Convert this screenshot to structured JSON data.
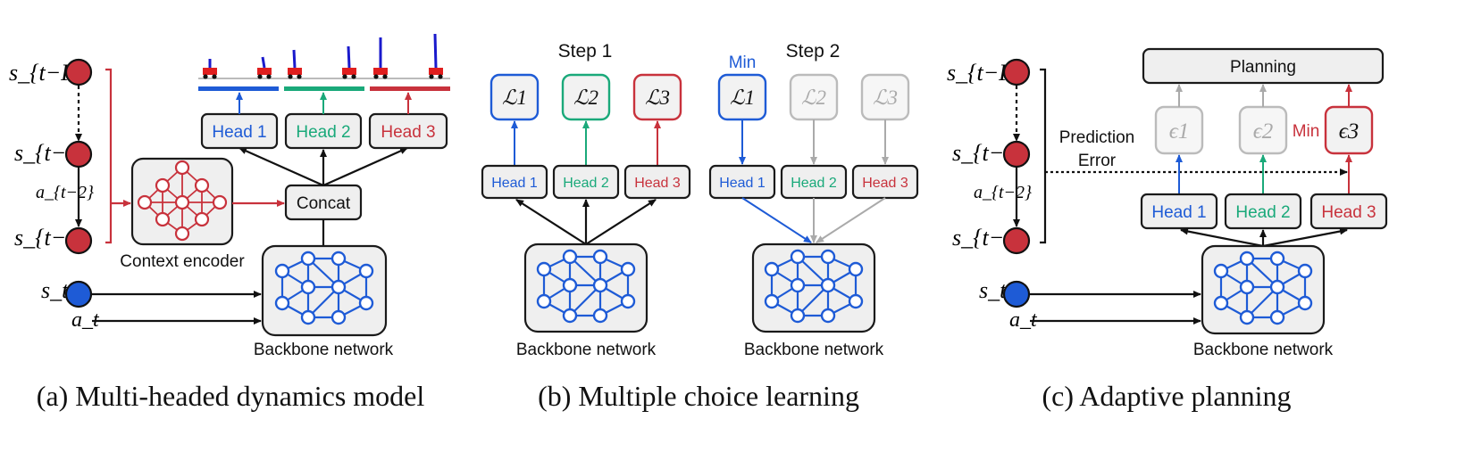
{
  "panel_a": {
    "caption": "(a) Multi-headed dynamics model",
    "states": [
      "s_{t−K}",
      "s_{t−2}",
      "s_{t−1}",
      "s_t"
    ],
    "actions": [
      "a_{t−2}",
      "a_t"
    ],
    "context_encoder": "Context encoder",
    "concat": "Concat",
    "backbone": "Backbone network",
    "heads": [
      "Head 1",
      "Head 2",
      "Head 3"
    ]
  },
  "panel_b": {
    "caption": "(b) Multiple choice learning",
    "step1": "Step 1",
    "step2": "Step 2",
    "min": "Min",
    "losses": [
      "ℒ1",
      "ℒ2",
      "ℒ3"
    ],
    "heads": [
      "Head 1",
      "Head 2",
      "Head 3"
    ],
    "backbone": "Backbone network"
  },
  "panel_c": {
    "caption": "(c) Adaptive planning",
    "planning": "Planning",
    "prediction_error": [
      "Prediction",
      "Error"
    ],
    "min": "Min",
    "errors": [
      "ϵ1",
      "ϵ2",
      "ϵ3"
    ],
    "heads": [
      "Head 1",
      "Head 2",
      "Head 3"
    ],
    "backbone": "Backbone network",
    "states": [
      "s_{t−K}",
      "s_{t−2}",
      "s_{t−1}",
      "s_t"
    ],
    "actions": [
      "a_{t−2}",
      "a_t"
    ]
  },
  "colors": {
    "head1": "#1e5bd6",
    "head2": "#1aa97a",
    "head3": "#c8323c",
    "inactive": "#aaaaaa",
    "box_fill": "#efefef"
  }
}
